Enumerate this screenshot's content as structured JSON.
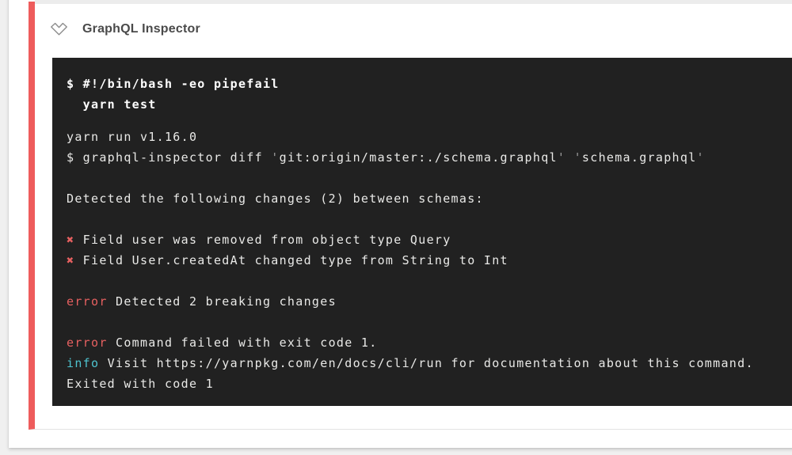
{
  "header": {
    "title": "GraphQL Inspector",
    "collapse_icon": "double-chevron-down-icon"
  },
  "status": {
    "state": "failed",
    "stripe_color": "#ee5c5c"
  },
  "colors": {
    "terminal_background": "#212121",
    "terminal_text": "#e9e9e7",
    "error_red": "#e66060",
    "info_cyan": "#4ec3cf",
    "dim_gray": "#9c9c9c"
  },
  "terminal": {
    "command_lines": [
      "$ #!/bin/bash -eo pipefail",
      "  yarn test"
    ],
    "output_lines": [
      [
        {
          "t": "yarn run v1.16.0"
        }
      ],
      [
        {
          "t": "$ graphql-inspector diff "
        },
        {
          "t": "'",
          "c": "dim"
        },
        {
          "t": "git:origin/master:./schema.graphql"
        },
        {
          "t": "'",
          "c": "dim"
        },
        {
          "t": " "
        },
        {
          "t": "'",
          "c": "dim"
        },
        {
          "t": "schema.graphql"
        },
        {
          "t": "'",
          "c": "dim"
        }
      ],
      [],
      [
        {
          "t": "Detected the following changes (2) between schemas:"
        }
      ],
      [],
      [
        {
          "t": "✖",
          "c": "red"
        },
        {
          "t": " Field user was removed from object type Query"
        }
      ],
      [
        {
          "t": "✖",
          "c": "red"
        },
        {
          "t": " Field User.createdAt changed type from String to Int"
        }
      ],
      [],
      [
        {
          "t": "error",
          "c": "red"
        },
        {
          "t": " Detected 2 breaking changes"
        }
      ],
      [],
      [
        {
          "t": "error",
          "c": "red"
        },
        {
          "t": " Command failed with exit code 1."
        }
      ],
      [
        {
          "t": "info",
          "c": "cyan"
        },
        {
          "t": " Visit https://yarnpkg.com/en/docs/cli/run for documentation about this command."
        }
      ],
      [
        {
          "t": "Exited with code 1"
        }
      ]
    ]
  }
}
